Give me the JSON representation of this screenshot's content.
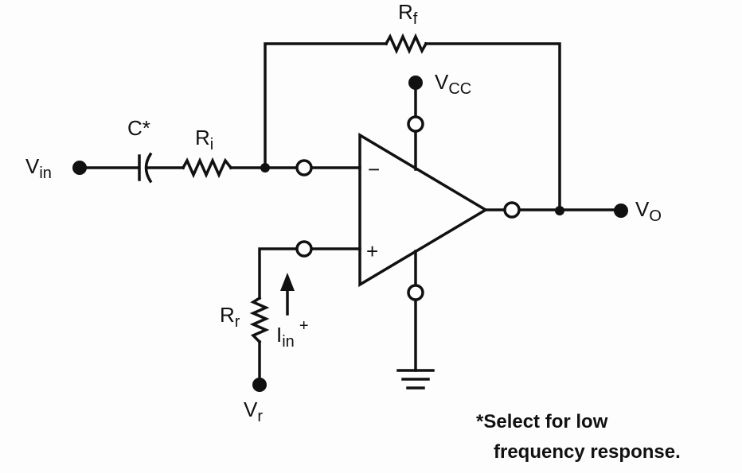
{
  "labels": {
    "vin_main": "V",
    "vin_sub": "in",
    "c_main": "C*",
    "ri_main": "R",
    "ri_sub": "i",
    "rf_main": "R",
    "rf_sub": "f",
    "vcc_main": "V",
    "vcc_sub": "CC",
    "vo_main": "V",
    "vo_sub": "O",
    "rr_main": "R",
    "rr_sub": "r",
    "vr_main": "V",
    "vr_sub": "r",
    "iin_main": "I",
    "iin_sub": "in",
    "iin_sup": "+",
    "inverting": "−",
    "noninverting": "+"
  },
  "footnote": {
    "line1": "*Select for low",
    "line2": "frequency response."
  },
  "colors": {
    "ink": "#111111",
    "paper": "#fdfdfd"
  }
}
